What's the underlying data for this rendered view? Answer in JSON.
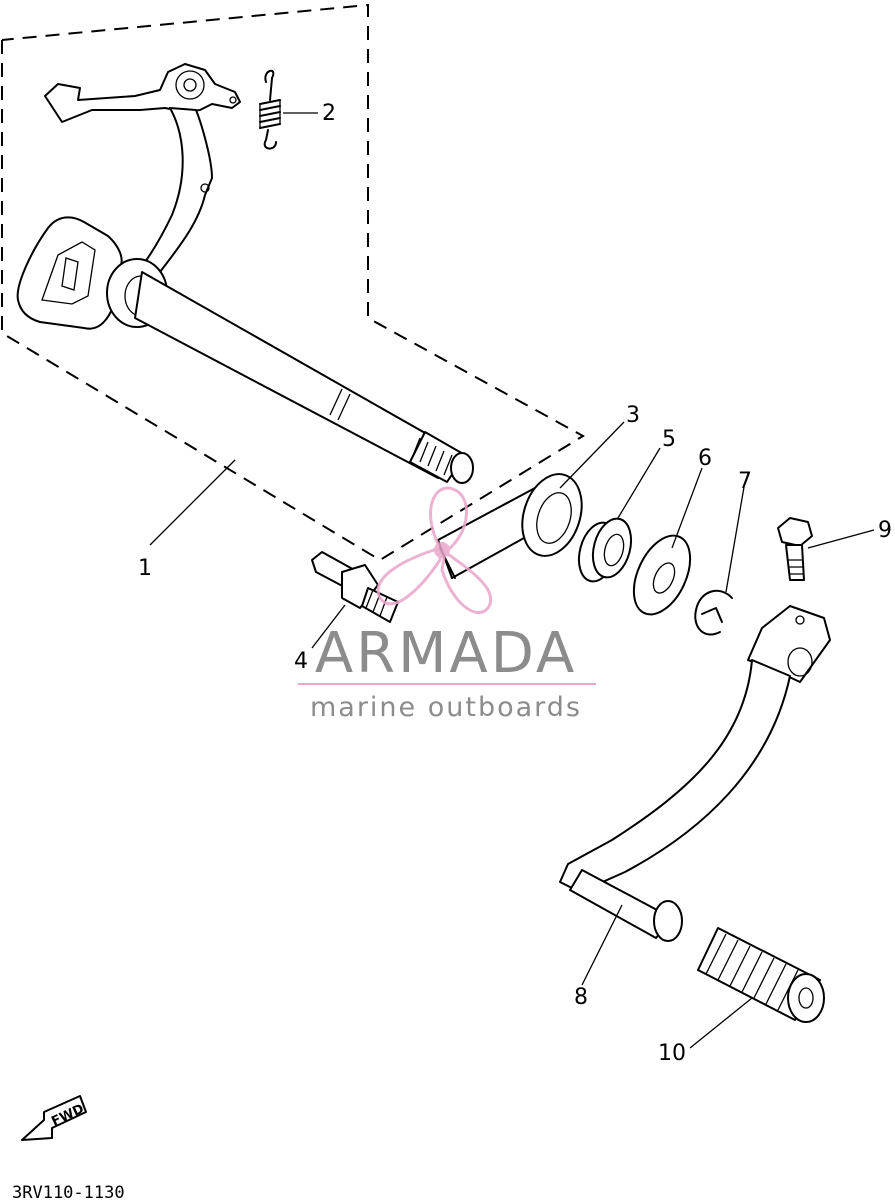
{
  "callouts": [
    {
      "id": "1",
      "label": "1"
    },
    {
      "id": "2",
      "label": "2"
    },
    {
      "id": "3",
      "label": "3"
    },
    {
      "id": "4",
      "label": "4"
    },
    {
      "id": "5",
      "label": "5"
    },
    {
      "id": "6",
      "label": "6"
    },
    {
      "id": "7",
      "label": "7"
    },
    {
      "id": "8",
      "label": "8"
    },
    {
      "id": "9",
      "label": "9"
    },
    {
      "id": "10",
      "label": "10"
    }
  ],
  "watermark": {
    "brand": "ARMADA",
    "tagline": "marine outboards",
    "color": "#8c8c8c",
    "accent": "#e8a6c8",
    "icon": "propeller-icon"
  },
  "direction_marker": {
    "text": "FWD",
    "icon": "forward-arrow-icon"
  },
  "diagram_code": "3RV110-1130"
}
